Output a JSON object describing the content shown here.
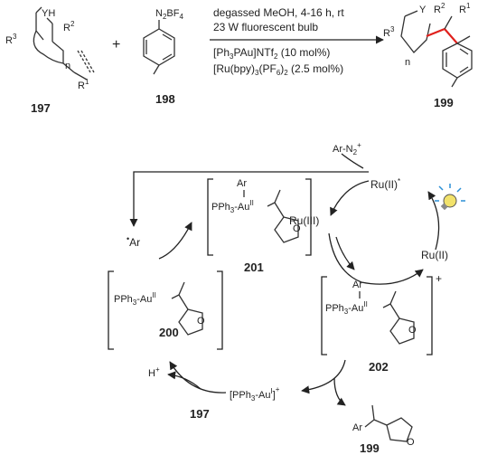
{
  "reaction": {
    "reactant_a": {
      "id": "197",
      "labels": {
        "yh": "YH",
        "r2": "R",
        "r2_sup": "2",
        "r3": "R",
        "r3_sup": "3",
        "n": "n",
        "r1": "R",
        "r1_sup": "1"
      }
    },
    "plus": "+",
    "reactant_b": {
      "id": "198",
      "group": "N",
      "group_sub": "2",
      "group_rest": "BF",
      "group_sub2": "4"
    },
    "product": {
      "id": "199",
      "labels": {
        "y": "Y",
        "r2": "R",
        "r2_sup": "2",
        "r1": "R",
        "r1_sup": "1",
        "r3": "R",
        "r3_sup": "3",
        "n": "n"
      }
    },
    "conditions": {
      "line1": "degassed MeOH, 4-16 h, rt",
      "line2": "23 W fluorescent bulb",
      "line3_a": "[Ph",
      "line3_a_sub": "3",
      "line3_b": "PAu]NTf",
      "line3_b_sub": "2",
      "line3_c": " (10 mol%)",
      "line4_a": "[Ru(bpy)",
      "line4_a_sub": "3",
      "line4_b": "(PF",
      "line4_b_sub": "6",
      "line4_c": ")",
      "line4_c_sub": "2",
      "line4_d": " (2.5 mol%)"
    }
  },
  "cycle": {
    "ar_n2": "Ar-N",
    "ar_n2_sub": "2",
    "ar_n2_sup": "+",
    "ru_ii_star": "Ru(II)",
    "ru_ii_star_sup": "*",
    "ru_iii": "Ru(III)",
    "ru_ii": "Ru(II)",
    "ar_radical": "Ar",
    "radical_dot": "•",
    "h_plus": "H",
    "h_plus_sup": "+",
    "au_i": "[PPh",
    "au_i_sub": "3",
    "au_i_rest": "-Au",
    "au_i_sup": "I",
    "au_i_close": "]",
    "au_i_charge": "+",
    "complex_201": {
      "id": "201",
      "ar": "Ar",
      "pph": "PPh",
      "pph_sub": "3",
      "au": "-Au",
      "au_sup": "II",
      "o": "O"
    },
    "complex_200": {
      "id": "200",
      "pph": "PPh",
      "pph_sub": "3",
      "au": "-Au",
      "au_sup": "II",
      "o": "O"
    },
    "complex_202": {
      "id": "202",
      "ar": "Ar",
      "pph": "PPh",
      "pph_sub": "3",
      "au": "-Au",
      "au_sup": "II",
      "o": "O",
      "charge": "+"
    },
    "label_197": "197",
    "product_199": {
      "id": "199",
      "ar": "Ar",
      "o": "O"
    }
  },
  "colors": {
    "product_bond": "#e0201c",
    "bulb_rays": "#2a8fd6",
    "text": "#222222"
  }
}
